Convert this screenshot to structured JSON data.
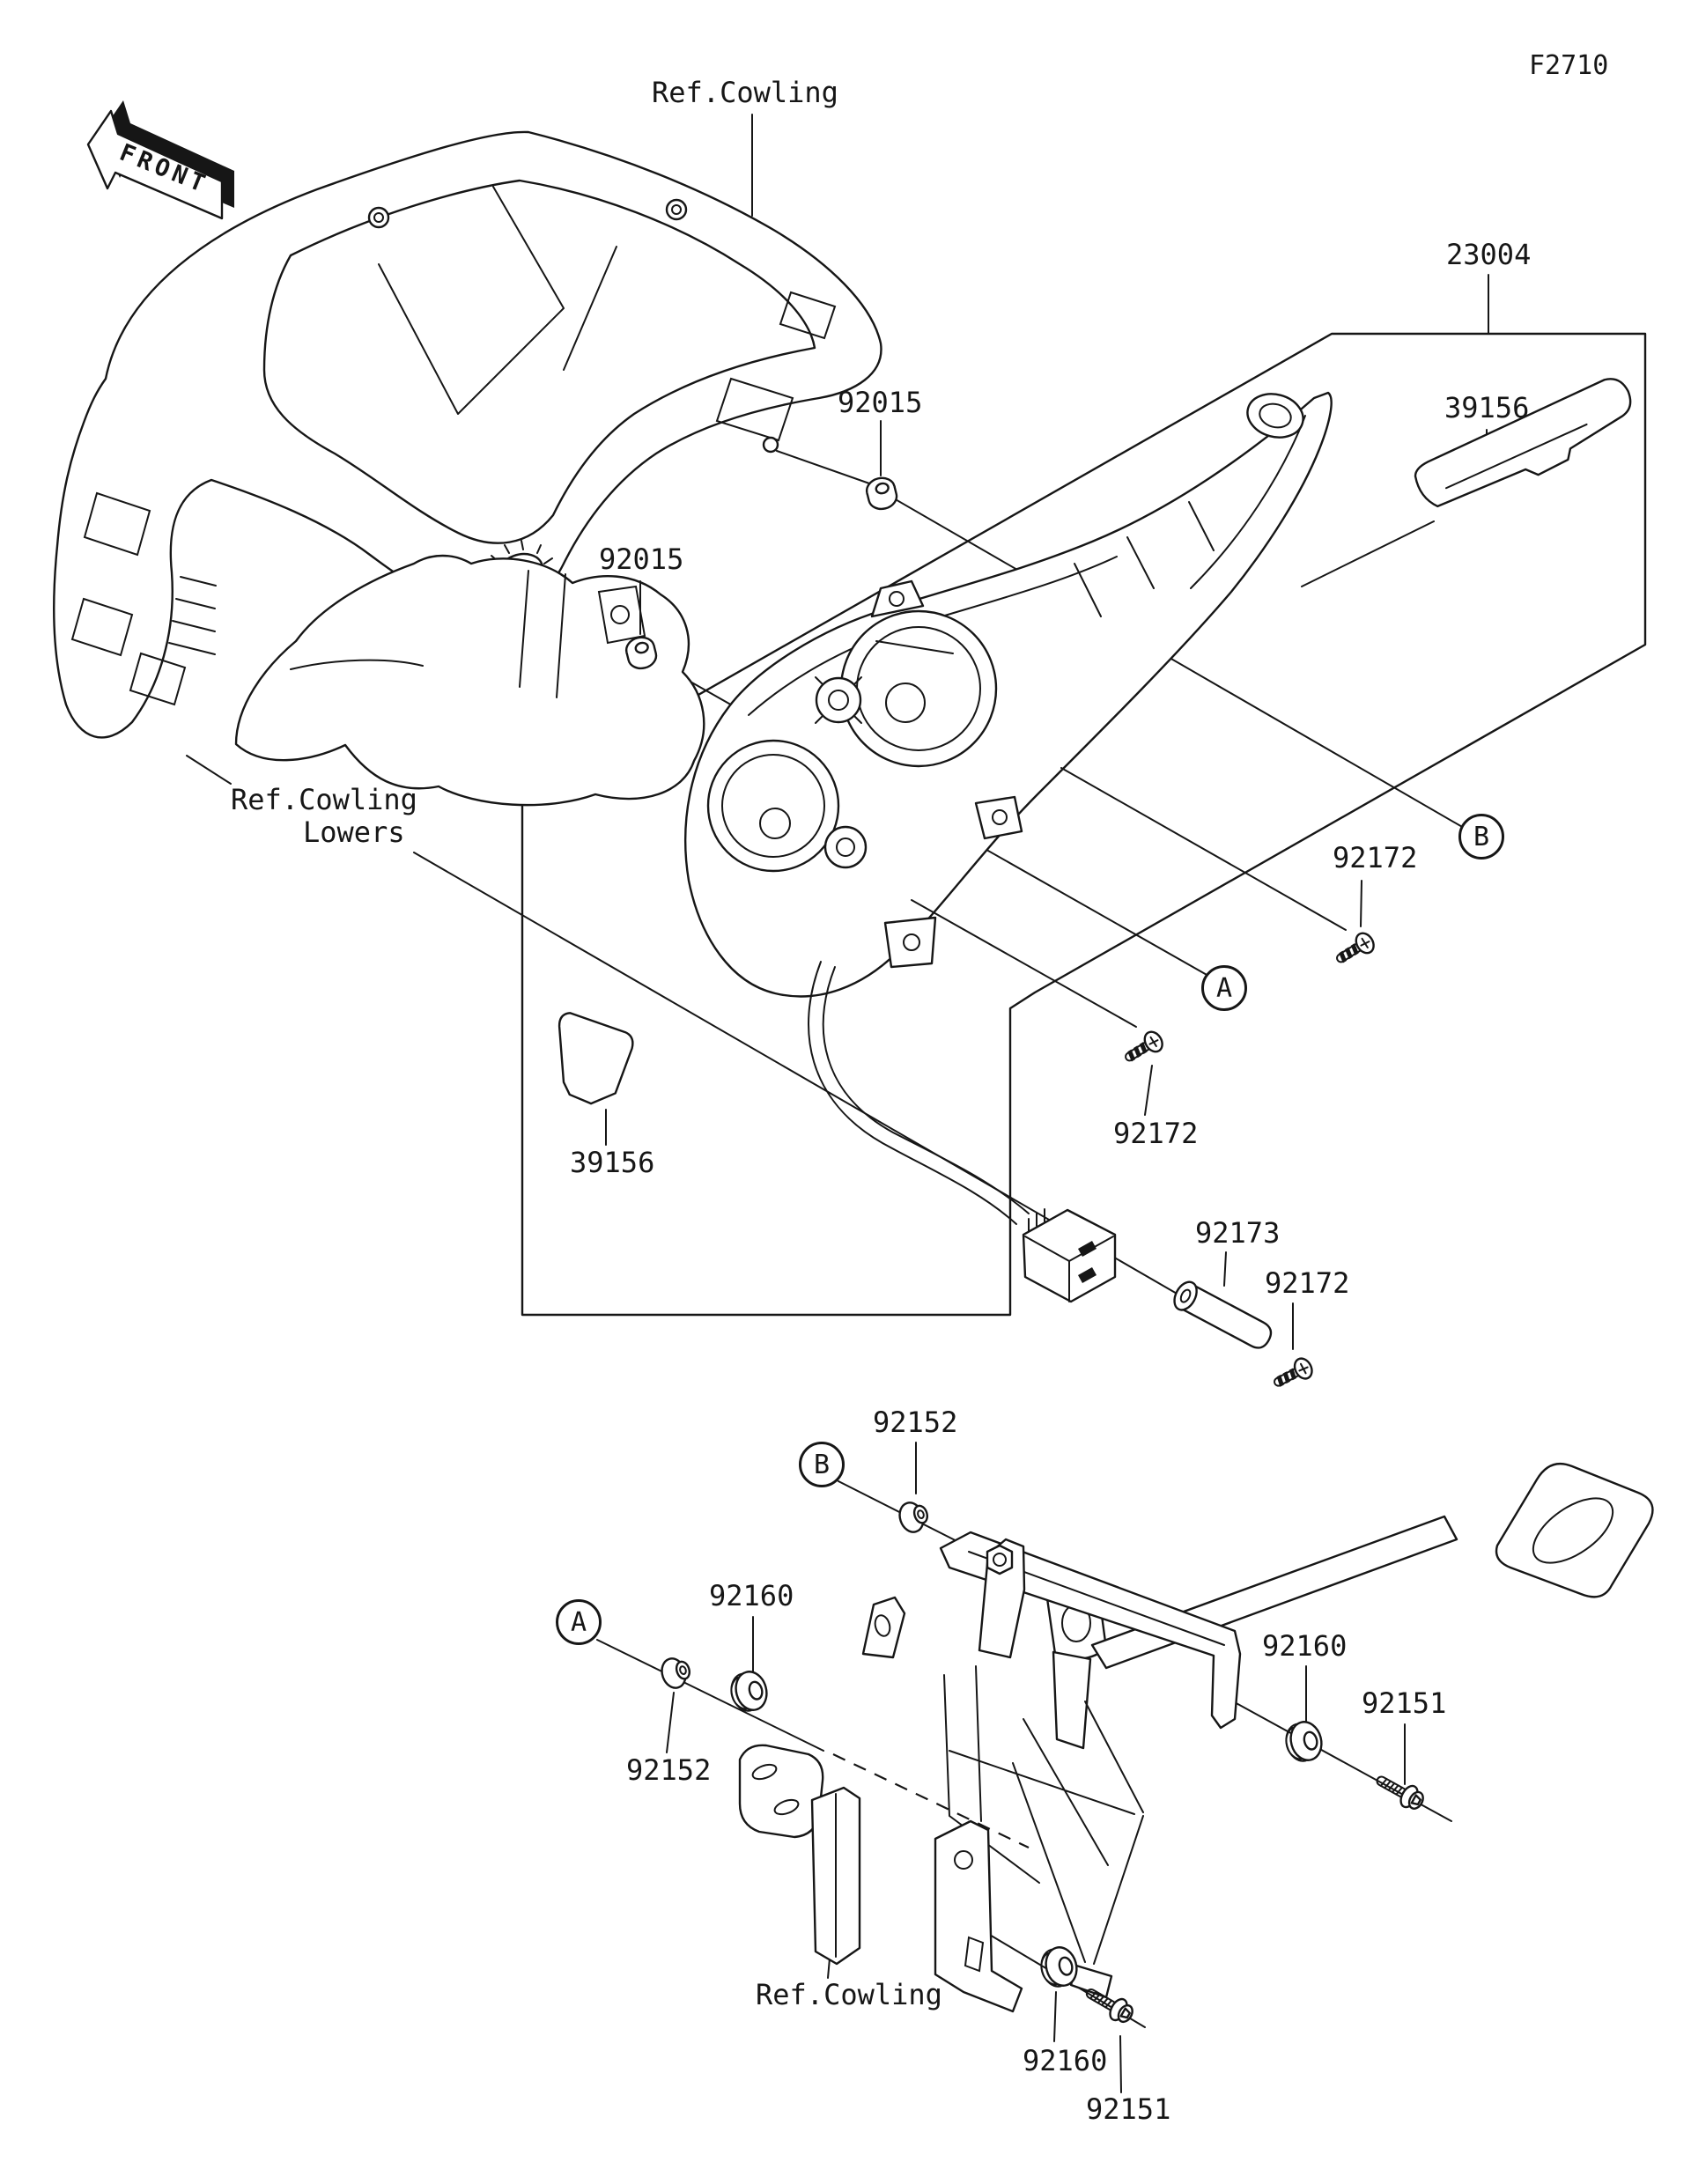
{
  "doc": {
    "code": "F2710"
  },
  "front_marker": "FRONT",
  "callouts": {
    "ref_cowling": "Ref.Cowling",
    "lowers": "Lowers",
    "p23004": "23004",
    "p39156": "39156",
    "p92015": "92015",
    "p92172": "92172",
    "p92173": "92173",
    "p92152": "92152",
    "p92160": "92160",
    "p92151": "92151",
    "view_a": "A",
    "view_b": "B"
  }
}
